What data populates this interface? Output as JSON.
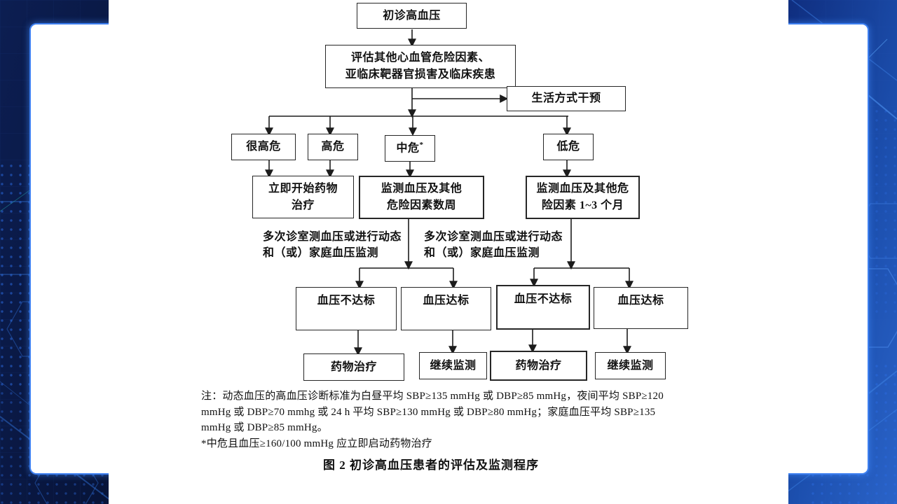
{
  "colors": {
    "frame_base": "#071233",
    "frame_accent": "#1c4fae",
    "card_edge_glow": "#3d7ff0",
    "page_background": "#ffffff",
    "box_border": "#262626",
    "text": "#111111"
  },
  "flowchart": {
    "start": {
      "label": "初诊高血压"
    },
    "assess": {
      "line1": "评估其他心血管危险因素、",
      "line2": "亚临床靶器官损害及临床疾患"
    },
    "lifestyle": {
      "label": "生活方式干预"
    },
    "risk": {
      "very_high": "很高危",
      "high": "高危",
      "moderate": "中危",
      "moderate_mark": "*",
      "low": "低危"
    },
    "plan": {
      "immediate": {
        "line1": "立即开始药物",
        "line2": "治疗"
      },
      "monitor_weeks": {
        "line1": "监测血压及其他",
        "line2": "危险因素数周"
      },
      "monitor_months": {
        "line1": "监测血压及其他危",
        "line2": "险因素 1~3 个月"
      }
    },
    "repeat_measure": {
      "line1": "多次诊室测血压或进行动态",
      "line2": "和（或）家庭血压监测"
    },
    "outcome": {
      "not_at_target": "血压不达标",
      "at_target": "血压达标"
    },
    "followup": {
      "drug": "药物治疗",
      "continue": "继续监测"
    }
  },
  "notes": {
    "line1": "注：动态血压的高血压诊断标准为白昼平均 SBP≥135 mmHg 或 DBP≥85 mmHg，夜间平均 SBP≥120",
    "line2": "mmHg 或 DBP≥70 mmhg 或 24 h 平均 SBP≥130 mmHg 或 DBP≥80 mmHg；家庭血压平均 SBP≥135",
    "line3": "mmHg 或 DBP≥85 mmHg。",
    "line4": "*中危且血压≥160/100 mmHg 应立即启动药物治疗"
  },
  "caption": {
    "text": "图 2  初诊高血压患者的评估及监测程序"
  }
}
